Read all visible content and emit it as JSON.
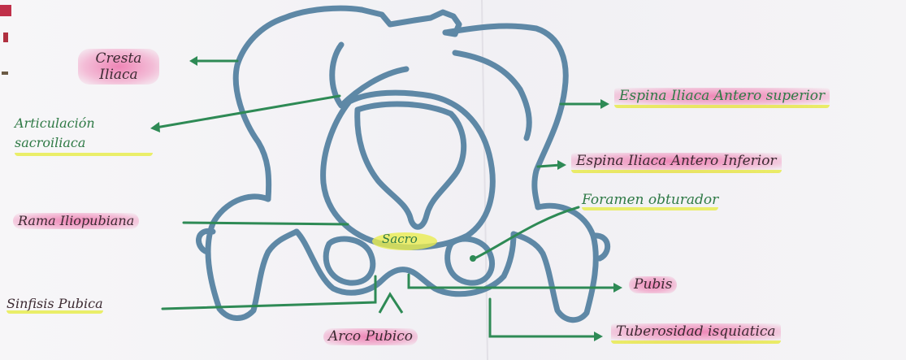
{
  "diagram": {
    "labels": {
      "cresta": "Cresta Iliaca",
      "articulacion": "Articulación sacroiliaca",
      "rama": "Rama Iliopubiana",
      "sinfisis": "Sinfisis Pubica",
      "arco": "Arco Pubico",
      "sacro": "Sacro",
      "espina_sup": "Espina Iliaca Antero superior",
      "espina_inf": "Espina Iliaca Antero Inferior",
      "foramen": "Foramen obturador",
      "pubis": "Pubis",
      "tuberosidad": "Tuberosidad isquiatica"
    },
    "colors": {
      "bone_outline": "#5e88a6",
      "pointer": "#2e8a55",
      "highlight_pink": "#ec6aa6",
      "highlight_yellow": "#e6ea4c",
      "label_green": "#2f7a46",
      "label_dark": "#3c2a32"
    }
  }
}
